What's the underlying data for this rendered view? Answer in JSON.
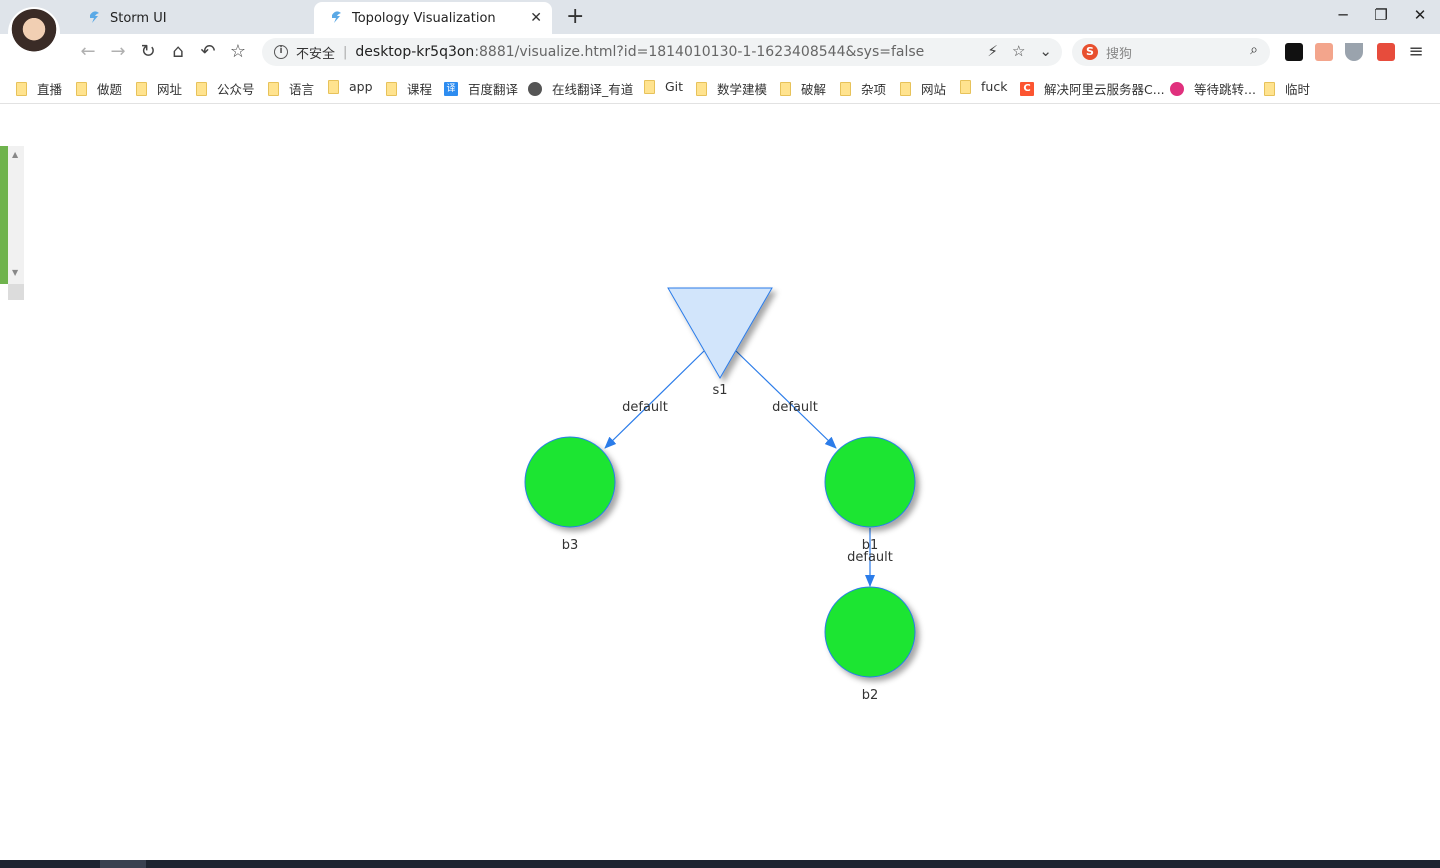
{
  "browser": {
    "tabs": [
      {
        "title": "Storm UI",
        "active": false
      },
      {
        "title": "Topology Visualization",
        "active": true
      }
    ],
    "new_tab": "+",
    "window_controls": {
      "minimize": "─",
      "restore": "❐",
      "close": "✕"
    },
    "nav": {
      "back": "←",
      "forward": "→",
      "reload": "↻",
      "home": "⌂",
      "undo": "↶",
      "bookmark": "☆"
    },
    "address": {
      "security_label": "不安全",
      "host": "desktop-kr5q3on",
      "rest": ":8881/visualize.html?id=1814010130-1-1623408544&sys=false"
    },
    "search": {
      "engine_logo": "S",
      "placeholder": "搜狗"
    },
    "bookmarks": [
      {
        "label": "直播",
        "icon": "folder"
      },
      {
        "label": "做题",
        "icon": "folder"
      },
      {
        "label": "网址",
        "icon": "folder"
      },
      {
        "label": "公众号",
        "icon": "folder"
      },
      {
        "label": "语言",
        "icon": "folder"
      },
      {
        "label": "app",
        "icon": "folder"
      },
      {
        "label": "课程",
        "icon": "folder"
      },
      {
        "label": "百度翻译",
        "icon": "translate"
      },
      {
        "label": "在线翻译_有道",
        "icon": "globe"
      },
      {
        "label": "Git",
        "icon": "folder"
      },
      {
        "label": "数学建模",
        "icon": "folder"
      },
      {
        "label": "破解",
        "icon": "folder"
      },
      {
        "label": "杂项",
        "icon": "folder"
      },
      {
        "label": "网站",
        "icon": "folder"
      },
      {
        "label": "fuck",
        "icon": "folder"
      },
      {
        "label": "解决阿里云服务器C...",
        "icon": "csdn"
      },
      {
        "label": "等待跳转...",
        "icon": "flower"
      },
      {
        "label": "临时",
        "icon": "folder"
      }
    ]
  },
  "topology": {
    "nodes": [
      {
        "id": "s1",
        "label": "s1",
        "type": "spout",
        "color": "#d2e5fb"
      },
      {
        "id": "b3",
        "label": "b3",
        "type": "bolt",
        "color": "#1ee530"
      },
      {
        "id": "b1",
        "label": "b1",
        "type": "bolt",
        "color": "#1ee530"
      },
      {
        "id": "b2",
        "label": "b2",
        "type": "bolt",
        "color": "#1ee530"
      }
    ],
    "edges": [
      {
        "from": "s1",
        "to": "b3",
        "label": "default"
      },
      {
        "from": "s1",
        "to": "b1",
        "label": "default"
      },
      {
        "from": "b1",
        "to": "b2",
        "label": "default"
      }
    ],
    "edge_color": "#2b7ce9",
    "node_border_color": "#2b7ce9"
  }
}
